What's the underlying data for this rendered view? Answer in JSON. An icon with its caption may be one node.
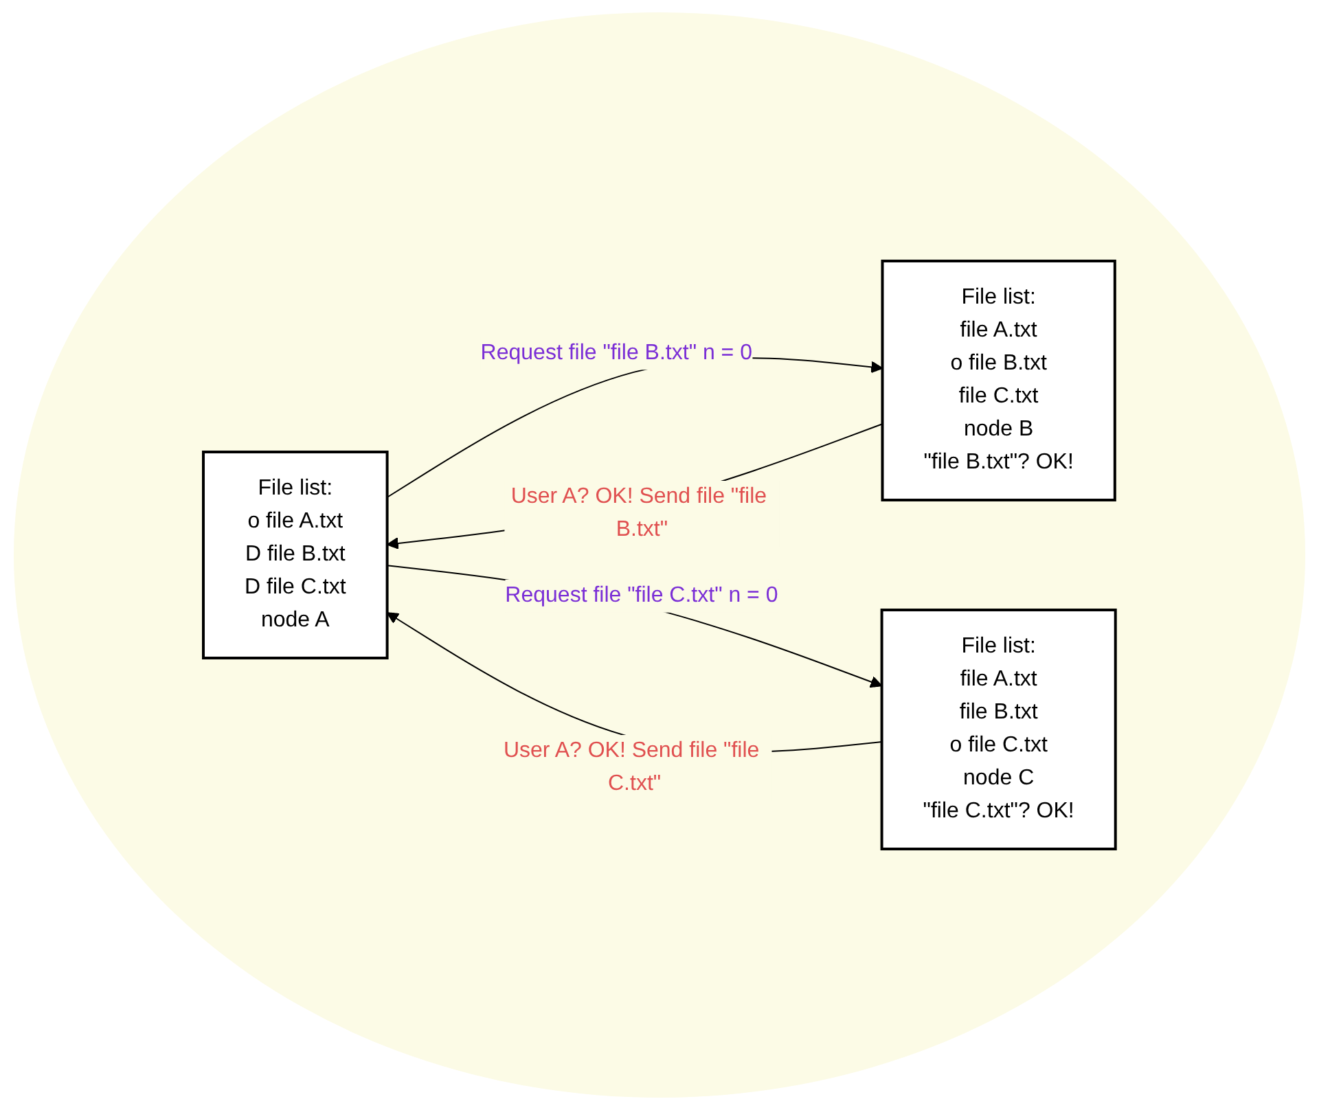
{
  "diagram": {
    "nodes": [
      {
        "text": [
          "File list:",
          "o file A.txt",
          "D file B.txt",
          "D file C.txt",
          "node A"
        ]
      },
      {
        "text": [
          "File list:",
          "file A.txt",
          "o file B.txt",
          "file C.txt",
          "node B",
          "\"file B.txt\"? OK!"
        ]
      },
      {
        "text": [
          "File list:",
          "file A.txt",
          "file B.txt",
          "o file C.txt",
          "node C",
          "\"file C.txt\"? OK!"
        ]
      }
    ],
    "edges": [
      {
        "from": 0,
        "to": 1,
        "arrow": "to",
        "label": "Request file \"file B.txt\" n = 0"
      },
      {
        "from": 1,
        "to": 0,
        "arrow": "to",
        "label": "User A? OK! Send file \"file B.txt\""
      },
      {
        "from": 0,
        "to": 2,
        "arrow": "to",
        "label": "Request file \"file C.txt\" n = 0"
      },
      {
        "from": 2,
        "to": 0,
        "arrow": "to",
        "label": "User A? OK! Send file \"file C.txt\""
      }
    ]
  }
}
